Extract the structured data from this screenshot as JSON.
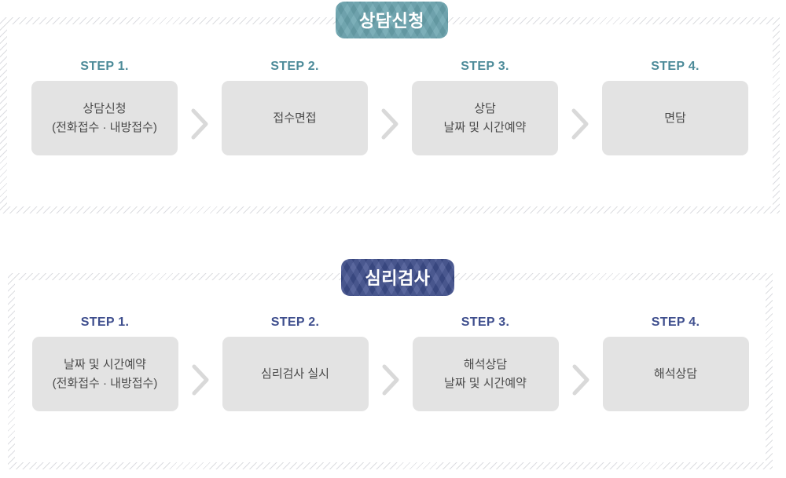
{
  "colors": {
    "consult_accent": "#4d8b99",
    "consult_badge": "#6ba5b0",
    "test_accent": "#3f4f8e",
    "test_badge": "#3f4f8e",
    "step_box_bg": "#e3e3e3",
    "step_box_text": "#4a4a4a",
    "chevron": "#d9d9d9",
    "border_hatch": "#dcdde1"
  },
  "sections": [
    {
      "id": "consult",
      "badge_label": "상담신청",
      "steps": [
        {
          "label": "STEP 1.",
          "lines": [
            "상담신청",
            "(전화접수 · 내방접수)"
          ]
        },
        {
          "label": "STEP 2.",
          "lines": [
            "접수면접"
          ]
        },
        {
          "label": "STEP 3.",
          "lines": [
            "상담",
            "날짜 및 시간예약"
          ]
        },
        {
          "label": "STEP 4.",
          "lines": [
            "면담"
          ]
        }
      ]
    },
    {
      "id": "test",
      "badge_label": "심리검사",
      "steps": [
        {
          "label": "STEP 1.",
          "lines": [
            "날짜 및 시간예약",
            "(전화접수 · 내방접수)"
          ]
        },
        {
          "label": "STEP 2.",
          "lines": [
            "심리검사 실시"
          ]
        },
        {
          "label": "STEP 3.",
          "lines": [
            "해석상담",
            "날짜 및 시간예약"
          ]
        },
        {
          "label": "STEP 4.",
          "lines": [
            "해석상담"
          ]
        }
      ]
    }
  ]
}
